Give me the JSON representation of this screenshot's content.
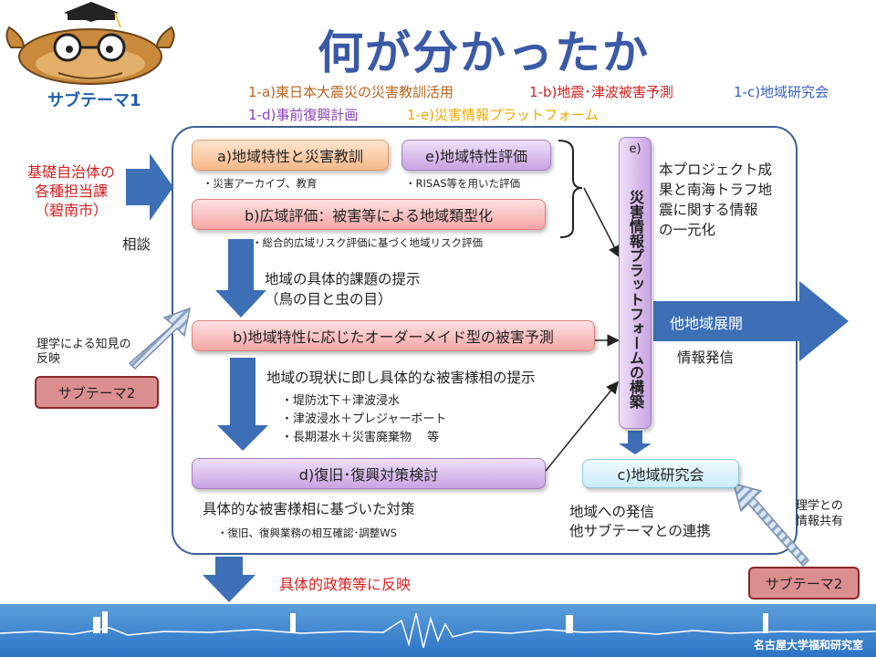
{
  "header": {
    "title": "何が分かったか",
    "subtheme_label": "サブテーマ1"
  },
  "legend": [
    {
      "text": "1-a)東日本大震災の災害教訓活用",
      "color": "#b7651c"
    },
    {
      "text": "1-b)地震･津波被害予測",
      "color": "#d31f1f"
    },
    {
      "text": "1-c)地域研究会",
      "color": "#3a5fc0"
    },
    {
      "text": "1-d)事前復興計画",
      "color": "#8a3fb4"
    },
    {
      "text": "1-e)災害情報プラットフォーム",
      "color": "#f0a800"
    }
  ],
  "left": {
    "source_lines": [
      "基礎自治体の",
      "各種担当課",
      "（碧南市）"
    ],
    "consult": "相談",
    "science_note_lines": [
      "理学による知見の",
      "反映"
    ],
    "subtheme2_label": "サブテーマ2"
  },
  "boxes": {
    "a": "a)地域特性と災害教訓",
    "a_note": "・災害アーカイブ、教育",
    "e": "e)地域特性評価",
    "e_note": "・RISAS等を用いた評価",
    "b1": "b)広域評価：被害等による地域類型化",
    "b1_note": "・総合的広域リスク評価に基づく地域リスク評価",
    "b2": "b)地域特性に応じたオーダーメイド型の被害予測",
    "d": "d)復旧･復興対策検討",
    "c": "c)地域研究会"
  },
  "texts": {
    "issues_lines": [
      "地域の具体的課題の提示",
      "（鳥の目と虫の目）"
    ],
    "damage_title": "地域の現状に即し具体的な被害様相の提示",
    "damage_items": [
      "・堤防沈下＋津波浸水",
      "・津波浸水＋プレジャーボート",
      "・長期湛水＋災害廃棄物　 等"
    ],
    "measures": "具体的な被害様相に基づいた対策",
    "measures_note": "・復旧、復興業務の相互確認･調整WS",
    "platform_label": "e)",
    "platform_vertical": "災害情報プラットフォームの構築",
    "unify_lines": [
      "本プロジェクト成",
      "果と南海トラフ地",
      "震に関する情報",
      "の一元化"
    ],
    "expand": "他地域展開",
    "dissemination": "情報発信",
    "regional_lines": [
      "地域への発信",
      "他サブテーマとの連携"
    ],
    "share_lines": [
      "理学との",
      "情報共有"
    ],
    "subtheme2_right": "サブテーマ2",
    "policy": "具体的政策等に反映"
  },
  "footer": {
    "institution": "名古屋大学福和研究室"
  },
  "colors": {
    "title": "#3a5aa8",
    "arrow": "#3d6fb6",
    "frame": "#3d5f92"
  }
}
